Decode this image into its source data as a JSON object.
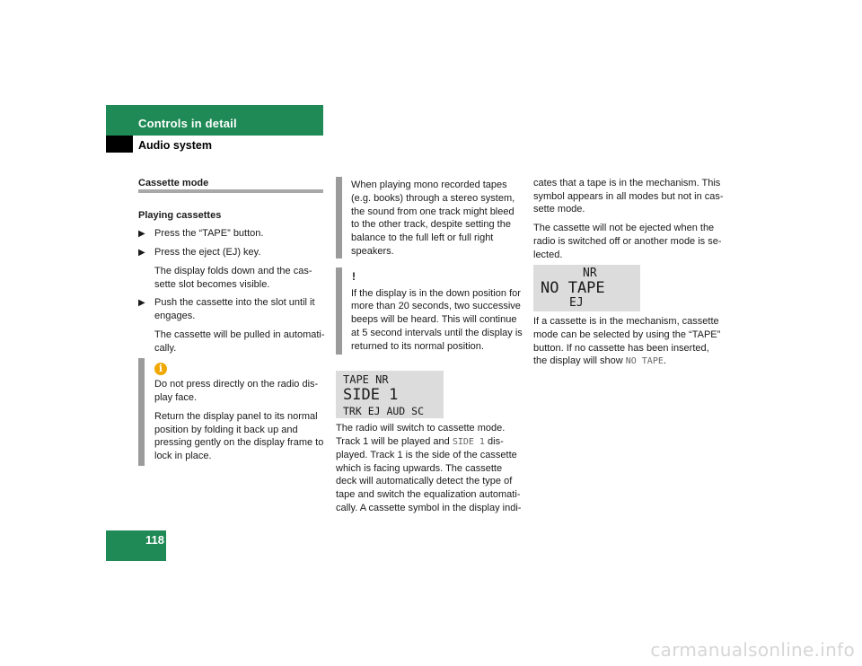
{
  "header": {
    "title": "Controls in detail",
    "subtitle": "Audio system"
  },
  "page_number": "118",
  "section": {
    "title": "Cassette mode",
    "subtitle": "Playing cassettes"
  },
  "steps": {
    "step1": "Press the “TAPE” button.",
    "step2": "Press the eject (EJ) key.",
    "step2_result_1": "The display folds down and the cas-",
    "step2_result_2": "sette slot becomes visible.",
    "step3_1": "Push the cassette into the slot until it",
    "step3_2": "engages.",
    "step3_result_1": "The cassette will be pulled in automati-",
    "step3_result_2": "cally."
  },
  "info_note": {
    "icon": "info-icon",
    "line1": "Do not press directly on the radio dis-",
    "line2": "play face.",
    "line3": "Return the display panel to its normal",
    "line4": "position by folding it back up and",
    "line5": "pressing gently on the display frame to",
    "line6": "lock in place."
  },
  "mono_note": {
    "line1": "When playing mono recorded tapes",
    "line2": "(e.g. books) through a stereo system,",
    "line3": "the sound from one track might bleed",
    "line4": "to the other track, despite setting the",
    "line5": "balance to the full left or full right",
    "line6": "speakers."
  },
  "warning_note": {
    "mark": "!",
    "line1": "If the display is in the down position for",
    "line2": "more than 20 seconds, two successive",
    "line3": "beeps will be heard. This will continue",
    "line4": "at 5 second intervals until the display is",
    "line5": "returned to its normal position."
  },
  "display1": {
    "line1": "TAPE NR",
    "line2": "SIDE 1",
    "line3": "TRK EJ AUD SC"
  },
  "middle_text": {
    "line1": "The radio will switch to cassette mode.",
    "line2a": "Track 1 will be played and ",
    "line2_mono": "SIDE 1",
    "line2b": " dis-",
    "line3": "played. Track 1 is the side of the cassette",
    "line4": "which is facing upwards. The cassette",
    "line5": "deck will automatically detect the type of",
    "line6": "tape and switch the equalization automati-",
    "line7": "cally. A cassette symbol in the display indi-"
  },
  "right_text": {
    "line1": "cates that a tape is in the mechanism. This",
    "line2": "symbol appears in all modes but not in cas-",
    "line3": "sette mode.",
    "line4": "The cassette will not be ejected when the",
    "line5": "radio is switched off or another mode is se-",
    "line6": "lected."
  },
  "display2": {
    "line1": "NR",
    "line2": "NO TAPE",
    "line3": "EJ"
  },
  "right_text2": {
    "line1": "If a cassette is in the mechanism, cassette",
    "line2": "mode can be selected by using the “TAPE”",
    "line3": "button. If no cassette has been inserted,",
    "line4a": "the display will show ",
    "line4_mono": "NO TAPE",
    "line4b": "."
  },
  "watermark": "carmanualsonline.info"
}
